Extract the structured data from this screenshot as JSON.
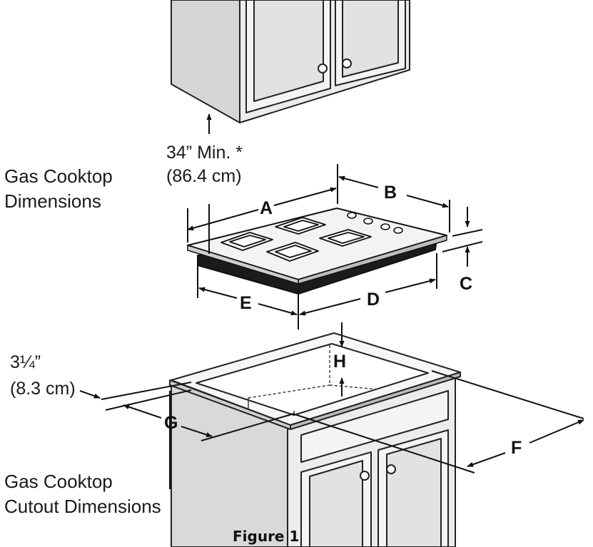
{
  "clearance": {
    "line1": "34” Min. *",
    "line2": "(86.4 cm)"
  },
  "cooktop_title": {
    "line1": "Gas Cooktop",
    "line2": "Dimensions"
  },
  "cutout_title": {
    "line1": "Gas Cooktop",
    "line2": "Cutout Dimensions"
  },
  "edge_offset": {
    "line1": "3¼”",
    "line2": "(8.3 cm)"
  },
  "labels": {
    "a": "A",
    "b": "B",
    "c": "C",
    "d": "D",
    "e": "E",
    "f": "F",
    "g": "G",
    "h": "H"
  },
  "caption": "Figure 1"
}
